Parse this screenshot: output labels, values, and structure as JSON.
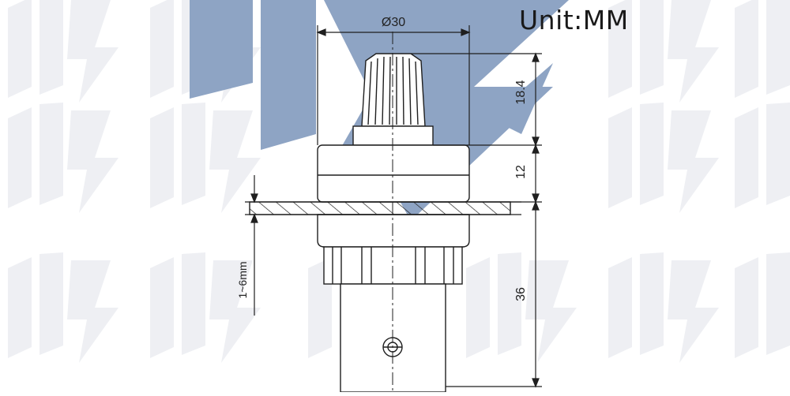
{
  "unit_label": "Unit:MM",
  "dimensions": {
    "diameter": "Ø30",
    "knob_height": "18.4",
    "body_height": "12",
    "panel_thickness": "1~6mm",
    "lower_height": "36"
  },
  "colors": {
    "watermark_gray": "#eceef2",
    "logo_blue": "#8ea4c4",
    "line": "#1f1f1f"
  }
}
